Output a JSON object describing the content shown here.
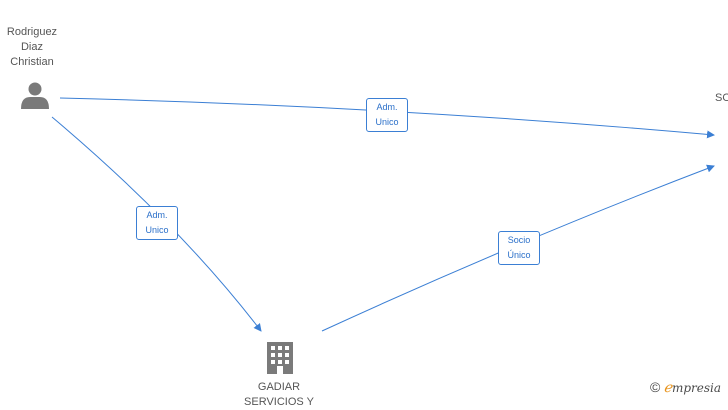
{
  "nodes": {
    "person": {
      "label": "Rodriguez\nDiaz\nChristian",
      "icon": "person-icon"
    },
    "company_right": {
      "label": "SO"
    },
    "company_bottom": {
      "label": "GADIAR\nSERVICIOS Y",
      "icon": "building-icon"
    }
  },
  "edges": [
    {
      "from": "person",
      "to": "company_right",
      "label": "Adm.\nUnico"
    },
    {
      "from": "person",
      "to": "company_bottom",
      "label": "Adm.\nUnico"
    },
    {
      "from": "company_bottom",
      "to": "company_right",
      "label": "Socio\nÚnico"
    }
  ],
  "colors": {
    "edge": "#3b7fd4",
    "icon": "#7a7a7a",
    "brand_e": "#e8931b"
  },
  "watermark": {
    "symbol": "©",
    "brand_initial": "ℯ",
    "brand_rest": "mpresia"
  }
}
